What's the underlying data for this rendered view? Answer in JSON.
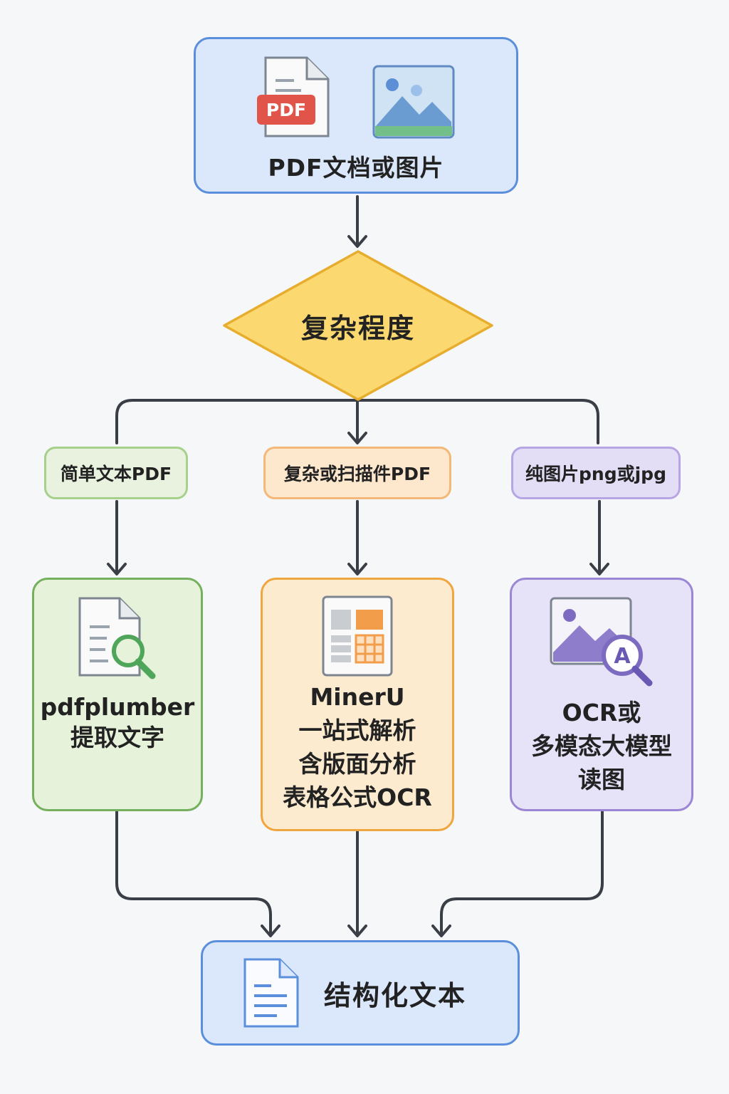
{
  "source": {
    "title": "PDF文档或图片",
    "pdf_badge": "PDF",
    "icons": [
      "pdf-file-icon",
      "image-icon"
    ]
  },
  "decision": {
    "label": "复杂程度"
  },
  "branches": [
    {
      "condition": "简单文本PDF",
      "method_lines": [
        "pdfplumber",
        "提取文字"
      ],
      "icon": "document-search-icon",
      "color": "#74b05e"
    },
    {
      "condition": "复杂或扫描件PDF",
      "method_lines": [
        "MinerU",
        "一站式解析",
        "含版面分析",
        "表格公式OCR"
      ],
      "icon": "layout-table-icon",
      "color": "#f0a640"
    },
    {
      "condition": "纯图片png或jpg",
      "method_lines": [
        "OCR或",
        "多模态大模型",
        "读图"
      ],
      "icon": "image-ocr-icon",
      "color": "#9a86d4",
      "ocr_badge": "A"
    }
  ],
  "output": {
    "label": "结构化文本",
    "icon": "text-document-icon"
  },
  "colors": {
    "arrow": "#3a3f47",
    "source_border": "#5b8fdb",
    "decision_fill": "#fbd970",
    "decision_border": "#e7ad2e"
  }
}
